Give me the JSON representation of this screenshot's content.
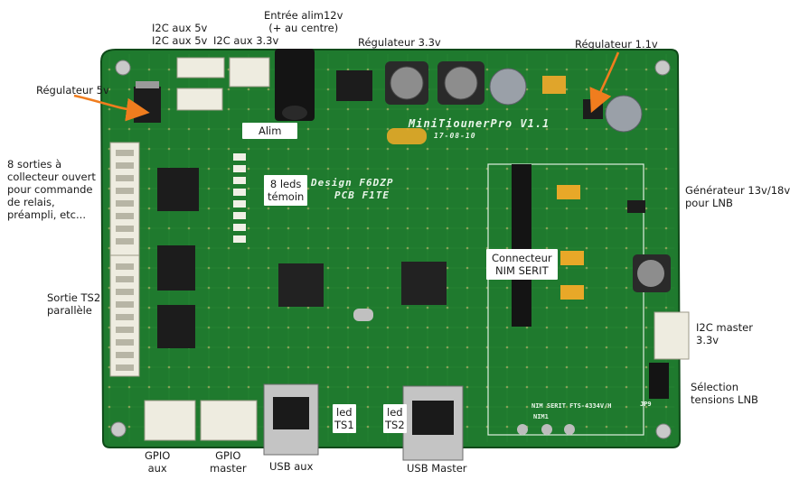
{
  "labels": {
    "regulateur_5v": "Régulateur 5v",
    "i2c_aux_5v_line1": "I2C aux 5v",
    "i2c_aux_5v_line2": "I2C aux 5v",
    "i2c_aux_33v": "I2C aux 3.3v",
    "entree_alim_line1": "Entrée alim12v",
    "entree_alim_line2": "(+ au centre)",
    "regulateur_33v": "Régulateur 3.3v",
    "regulateur_11v": "Régulateur 1.1v",
    "alim": "Alim",
    "sorties_line1": "8 sorties à",
    "sorties_line2": "collecteur ouvert",
    "sorties_line3": "pour commande",
    "sorties_line4": "de relais,",
    "sorties_line5": "préampli, etc...",
    "leds_line1": "8 leds",
    "leds_line2": "témoin",
    "generateur_line1": "Générateur 13v/18v",
    "generateur_line2": "pour LNB",
    "connecteur_line1": "Connecteur",
    "connecteur_line2": "NIM SERIT",
    "sortie_ts2_line1": "Sortie TS2",
    "sortie_ts2_line2": "parallèle",
    "i2c_master_line1": "I2C master",
    "i2c_master_line2": "3.3v",
    "selection_line1": "Sélection",
    "selection_line2": "tensions LNB",
    "led_ts1_line1": "led",
    "led_ts1_line2": "TS1",
    "led_ts2_line1": "led",
    "led_ts2_line2": "TS2",
    "gpio_aux_line1": "GPIO",
    "gpio_aux_line2": "aux",
    "gpio_master_line1": "GPIO",
    "gpio_master_line2": "master",
    "usb_aux": "USB aux",
    "usb_master": "USB Master"
  },
  "silkscreen": {
    "board_name": "MiniTiounerPro V1.1",
    "date": "17-08-10",
    "design": "Design F6DZP",
    "pcb": "PCB F1TE",
    "nim_label": "NIM SERIT FTS-4334V/H",
    "nim_ref": "NIM1",
    "jp9": "JP9"
  },
  "colors": {
    "pcb": "#1f7a2e",
    "pcb_dark": "#155d22",
    "arrow": "#f07d1e",
    "connector": "#eeece0",
    "chip": "#1c1c1c"
  }
}
